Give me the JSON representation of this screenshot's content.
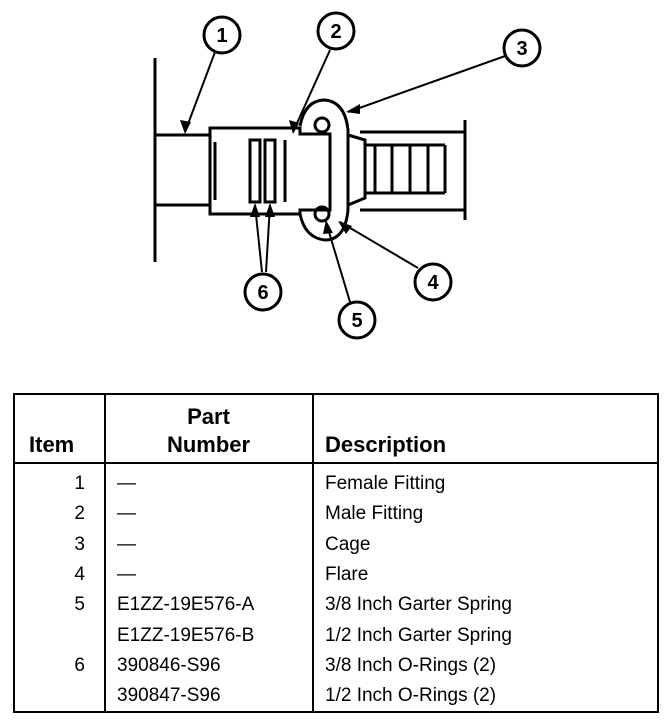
{
  "diagram": {
    "callouts": [
      "1",
      "2",
      "3",
      "4",
      "5",
      "6"
    ]
  },
  "table": {
    "headers": {
      "item": "Item",
      "part_line1": "Part",
      "part_line2": "Number",
      "description": "Description"
    },
    "rows": [
      {
        "item": "1",
        "part": "—",
        "description": "Female Fitting"
      },
      {
        "item": "2",
        "part": "—",
        "description": "Male Fitting"
      },
      {
        "item": "3",
        "part": "—",
        "description": "Cage"
      },
      {
        "item": "4",
        "part": "—",
        "description": "Flare"
      },
      {
        "item": "5",
        "part": "E1ZZ-19E576-A",
        "description": "3/8 Inch Garter Spring"
      },
      {
        "item": "",
        "part": "E1ZZ-19E576-B",
        "description": "1/2 Inch Garter Spring"
      },
      {
        "item": "6",
        "part": "390846-S96",
        "description": "3/8 Inch O-Rings (2)"
      },
      {
        "item": "",
        "part": "390847-S96",
        "description": "1/2 Inch O-Rings (2)"
      }
    ]
  }
}
